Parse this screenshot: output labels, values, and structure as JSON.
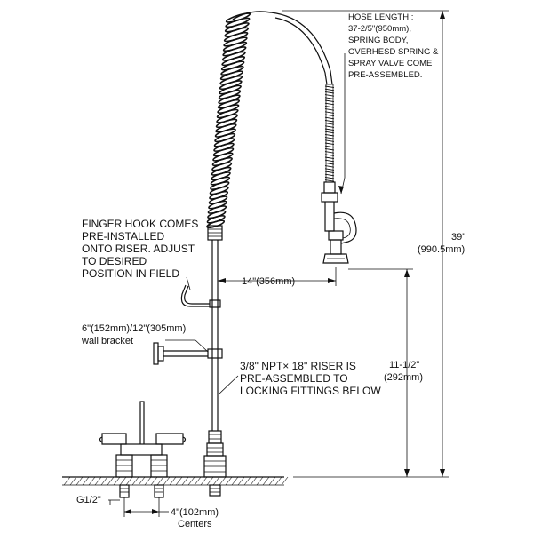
{
  "notes": {
    "hose_length": [
      "HOSE LENGTH :",
      "37-2/5\"(950mm),",
      "SPRING BODY,",
      "OVERHESD SPRING &",
      "SPRAY VALVE COME",
      "PRE-ASSEMBLED."
    ],
    "finger_hook": [
      "FINGER HOOK COMES",
      "PRE-INSTALLED",
      "ONTO RISER. ADJUST",
      "TO DESIRED",
      "POSITION IN FIELD"
    ],
    "wall_bracket": [
      "6\"(152mm)/12\"(305mm)",
      "wall bracket"
    ],
    "riser": [
      "3/8\" NPT× 18\" RISER IS",
      "PRE-ASSEMBLED TO",
      "LOCKING FITTINGS BELOW"
    ]
  },
  "dimensions": {
    "reach": "14\"(356mm)",
    "overall_height": [
      "39\"",
      "(990.5mm)"
    ],
    "spout_height": [
      "11-1/2\"",
      "(292mm)"
    ],
    "thread": "G1/2\"",
    "centers": [
      "4\"(102mm)",
      "Centers"
    ]
  }
}
